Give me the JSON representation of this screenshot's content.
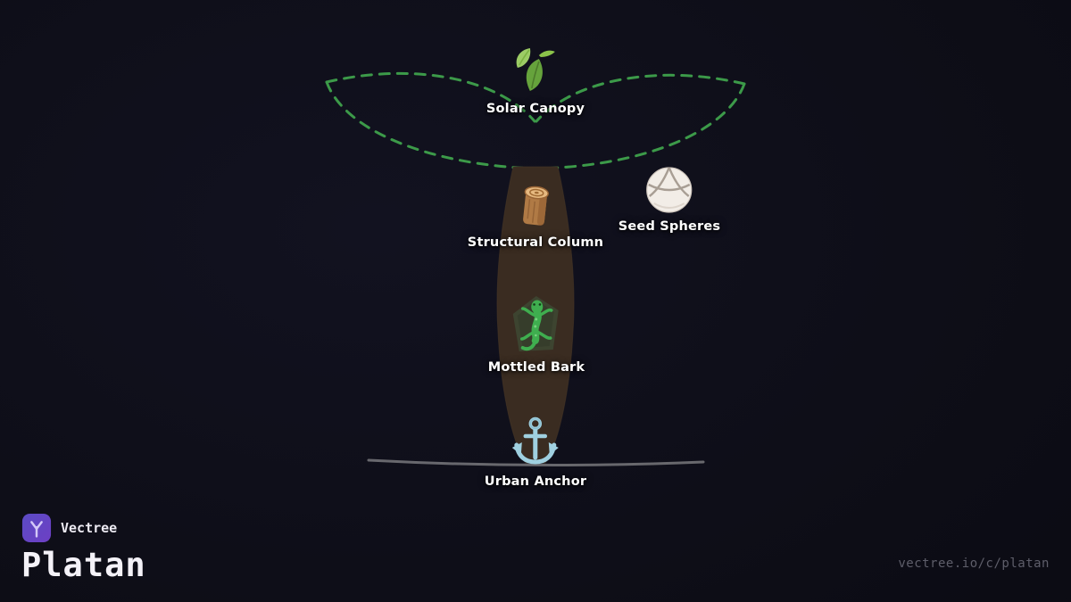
{
  "page": {
    "title": "Platan",
    "watermark": "vectree.io/c/platan"
  },
  "brand": {
    "name": "Vectree",
    "logo_icon": "vectree-logo-icon"
  },
  "diagram": {
    "nodes": [
      {
        "id": "solar-canopy",
        "label": "Solar Canopy",
        "icon": "leaf-icon"
      },
      {
        "id": "structural-column",
        "label": "Structural Column",
        "icon": "log-icon"
      },
      {
        "id": "seed-spheres",
        "label": "Seed Spheres",
        "icon": "volleyball-icon"
      },
      {
        "id": "mottled-bark",
        "label": "Mottled Bark",
        "icon": "lizard-icon"
      },
      {
        "id": "urban-anchor",
        "label": "Urban Anchor",
        "icon": "anchor-icon"
      }
    ],
    "shapes": {
      "canopy": "dashed-leaf-wing-outlines",
      "trunk": "solid-trunk-silhouette",
      "ground": "ground-line"
    }
  },
  "colors": {
    "background": "#0d0d15",
    "canopy_dash": "#3fa24c",
    "trunk": "#3a2c21",
    "ground": "#8e8e92",
    "label_text": "#ffffff",
    "brand_purple": "#6d3fc4",
    "watermark_text": "#5e5e6a"
  }
}
